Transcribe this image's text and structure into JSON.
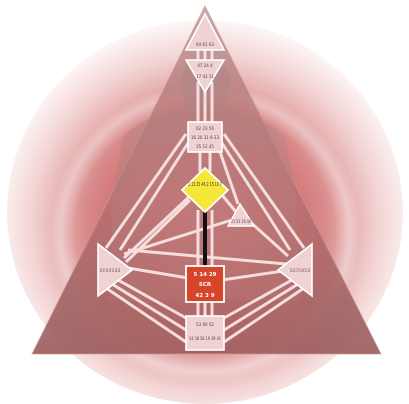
{
  "colors": {
    "background": "#ffffff",
    "aura_outer": "#f3d4d4",
    "aura_mid": "#d98a8a",
    "aura_core": "#c95a5a",
    "triangle_fill": "#b87878",
    "triangle_shadow": "#8a4a4a",
    "bodygraph_fill": "#f3d8d8",
    "bodygraph_stroke": "#ffffff",
    "g_center": "#f5e63a",
    "sacral_center": "#d6442a",
    "channel_defined": "#111111"
  },
  "icons": {
    "aura": "aura-glow-icon",
    "triangle": "triangle-icon",
    "silhouette": "human-silhouette-icon",
    "bodygraph": "bodygraph-icon"
  },
  "gates": {
    "head": "64 61 63",
    "ajna": "47 24 4",
    "ajna_lower": "17 43 11",
    "throat_top": "62 23 56",
    "throat_mid": "16 20 31 8 33",
    "throat_low": "35 12 45",
    "g_center": "1 13 25 46 2 15 10 7",
    "sacral_top": "5 14 29",
    "sacral_label": "SCR",
    "sacral_bottom": "42 3 9",
    "root": "53 60 52",
    "root_low": "54 38 58 19 39 41",
    "spleen": "48 57 44 50 32 28 18",
    "solar_plexus": "36 22 37 6 49 55 30",
    "heart": "21 51 26 40"
  }
}
